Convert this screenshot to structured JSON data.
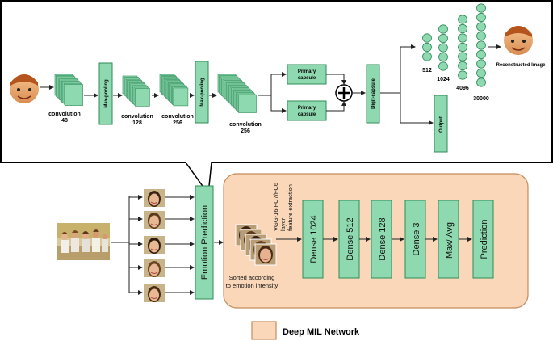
{
  "top": {
    "conv1_label": "convolution",
    "conv1_n": "48",
    "maxpool1": "Max-pooling",
    "conv2_label": "convolution",
    "conv2_n": "128",
    "conv3_label": "convolution",
    "conv3_n": "256",
    "maxpool2": "Max-pooling",
    "conv4_label": "convolution",
    "conv4_n": "256",
    "primary1": "Primary capsule",
    "primary1_a": "Primary",
    "primary1_b": "capsule",
    "primary2_a": "Primary",
    "primary2_b": "capsule",
    "digit": "Digit-capsule",
    "n512": "512",
    "n1024": "1024",
    "n4096": "4096",
    "n30000": "30000",
    "reconstructed": "Reconstructed  Image",
    "output": "Output"
  },
  "bottom": {
    "emotion_prediction": "Emotion Prediction",
    "vgg_line1": "VGG-16 FC7/FC6",
    "vgg_line2": "layer",
    "vgg_line3": "feature extraction",
    "sorted_line1": "Sorted according",
    "sorted_line2": "to emotion intensity",
    "dense1024": "Dense 1024",
    "dense512": "Dense 512",
    "dense128": "Dense 128",
    "dense3": "Dense 3",
    "maxavg": "Max/ Avg.",
    "prediction": "Prediction"
  },
  "legend": {
    "label": "Deep MIL Network"
  },
  "colors": {
    "green": "#8fd9b0",
    "green_dark": "#2e8b57",
    "peach": "#f9d7b8",
    "peach_border": "#c48a5a"
  }
}
